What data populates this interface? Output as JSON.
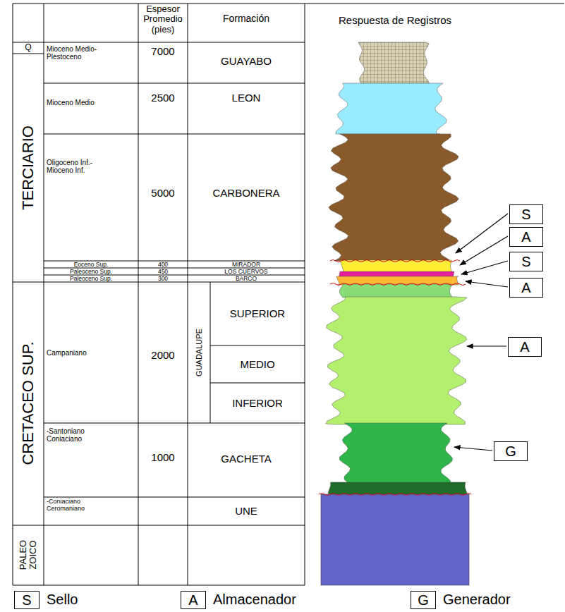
{
  "diagram": {
    "nodes": [
      {
        "text": [
          "S"
        ]
      },
      {
        "text": [
          "A"
        ]
      },
      {
        "text": [
          "S"
        ]
      },
      {
        "text": [
          "A"
        ]
      },
      {
        "text": [
          "A"
        ]
      },
      {
        "text": [
          "G"
        ]
      }
    ],
    "labels": [
      "Espesor Promedio (pies)",
      "Formación",
      "Respuesta de Registros",
      "Q",
      "TERCIARIO",
      "CRETACEO SUP.",
      "PALEO ZOICO",
      "Mioceno Medio-Plestoceno",
      "Mioceno Medio",
      "Oligoceno Inf.-Mioceno Inf.",
      "Eoceno Sup.",
      "Paleoceno Sup.",
      "Paleoceno Sup.",
      "Campaniano",
      "-Santoniano Coniaciano",
      "-Coniaciano Ceromaniano",
      "7000",
      "2500",
      "5000",
      "400",
      "450",
      "300",
      "2000",
      "1000",
      "GUAYABO",
      "LEON",
      "CARBONERA",
      "MIRADOR",
      "LOS CUERVOS",
      "BARCO",
      "GUADALUPE",
      "SUPERIOR",
      "MEDIO",
      "INFERIOR",
      "GACHETA",
      "UNE",
      "S",
      "A",
      "G"
    ],
    "legend": [
      {
        "text": "Sello"
      },
      {
        "text": "Almacenador"
      },
      {
        "text": "Generador"
      }
    ]
  }
}
